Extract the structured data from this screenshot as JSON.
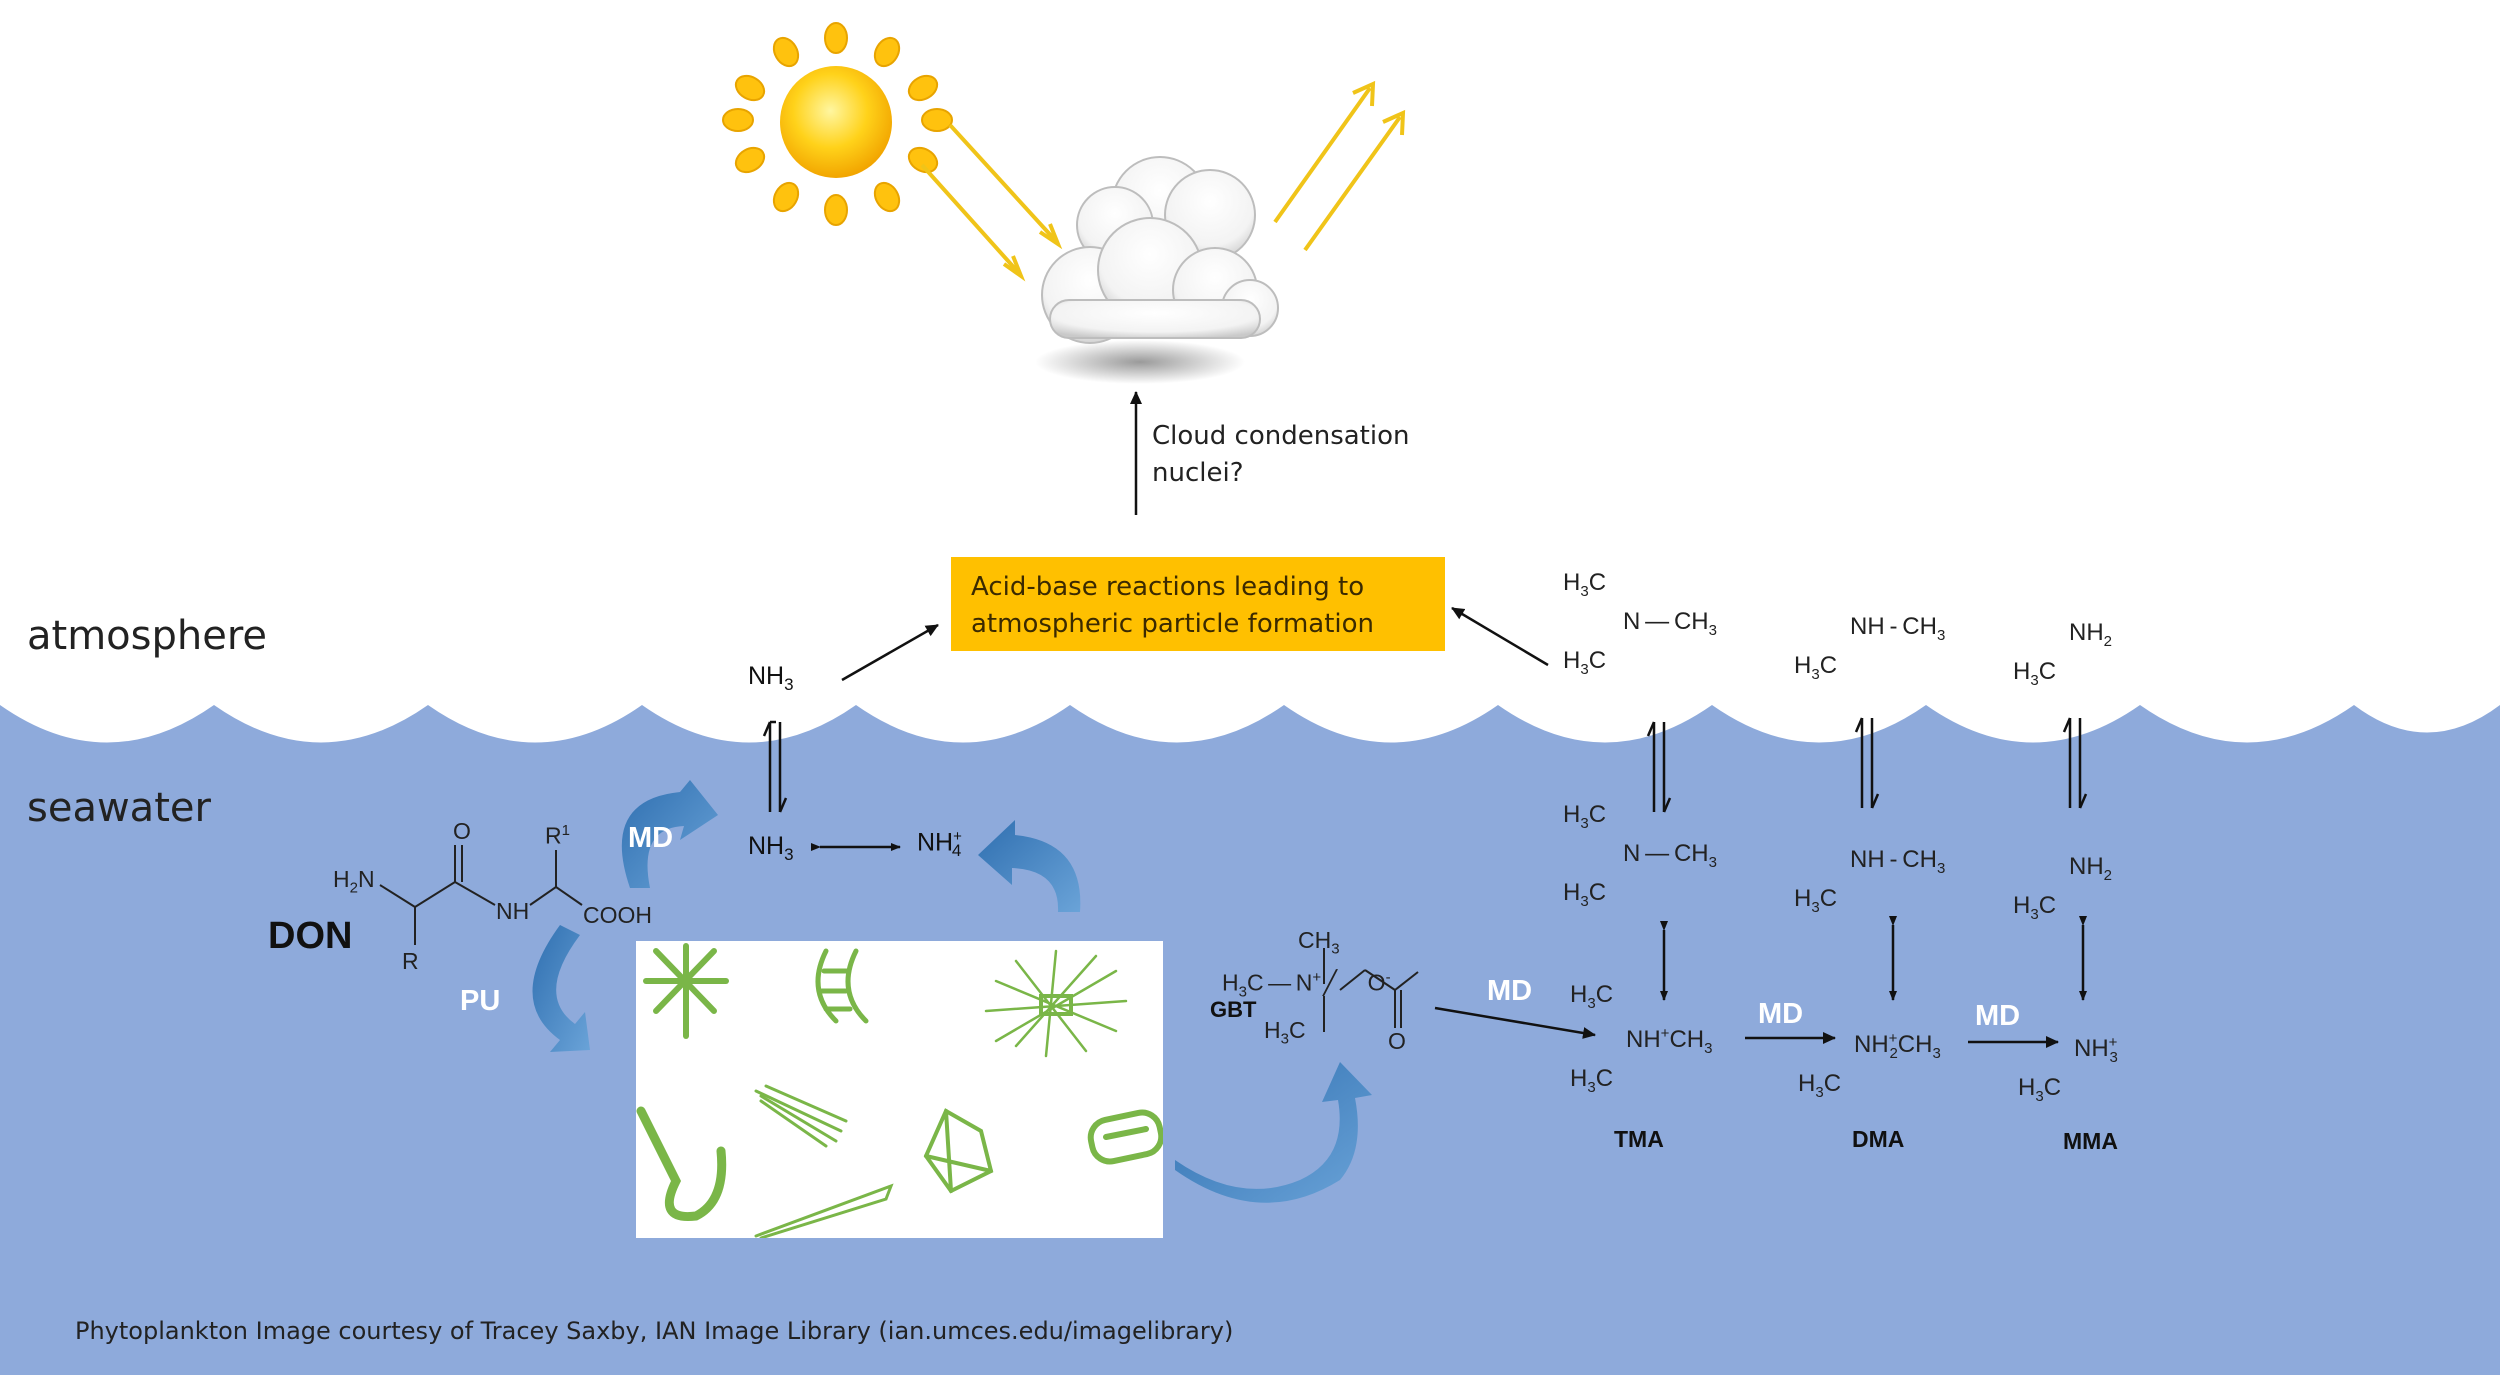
{
  "regions": {
    "atmosphere": "atmosphere",
    "seawater": "seawater"
  },
  "callout": {
    "line1": "Acid-base reactions leading to",
    "line2": "atmospheric particle formation"
  },
  "ccn": {
    "line1": "Cloud condensation",
    "line2": "nuclei?"
  },
  "credit": "Phytoplankton Image courtesy of Tracey Saxby, IAN Image Library (ian.umces.edu/imagelibrary)",
  "don": {
    "label": "DON",
    "h2n": "H2N",
    "nh": "NH",
    "cooh": "COOH",
    "o": "O",
    "r": "R",
    "r1": "R1"
  },
  "process": {
    "md": "MD",
    "pu": "PU"
  },
  "species": {
    "nh3": "NH3",
    "nh4": "NH4+",
    "gbt": "GBT",
    "tma": "TMA",
    "dma": "DMA",
    "mma": "MMA"
  },
  "colors": {
    "seawater": "#8eaadb",
    "callout": "#ffc000",
    "arrow_blue": "#4a86c1",
    "sunray": "#f0c419",
    "plankton_green": "#7ab648"
  }
}
